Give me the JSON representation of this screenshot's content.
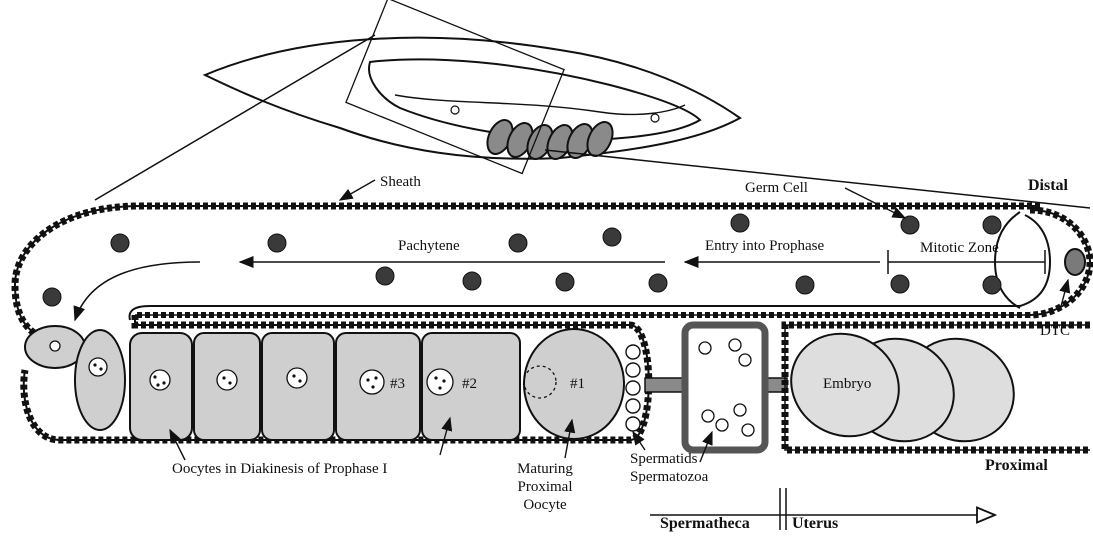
{
  "labels": {
    "sheath": "Sheath",
    "germ_cell": "Germ Cell",
    "distal": "Distal",
    "pachytene": "Pachytene",
    "entry_into_prophase": "Entry into Prophase",
    "mitotic_zone": "Mitotic Zone",
    "dtc": "DTC",
    "embryo": "Embryo",
    "oocyte_3": "#3",
    "oocyte_2": "#2",
    "oocyte_1": "#1",
    "oocytes_diakinesis": "Oocytes in Diakinesis of Prophase I",
    "maturing_line1": "Maturing",
    "maturing_line2": "Proximal",
    "maturing_line3": "Oocyte",
    "spermatids": "Spermatids",
    "spermatozoa": "Spermatozoa",
    "proximal": "Proximal",
    "spermatheca": "Spermatheca",
    "uterus": "Uterus"
  },
  "colors": {
    "cell_fill": "#cfcfcf",
    "germ_cell": "#3a3a3a",
    "line": "#111111",
    "background": "#ffffff"
  }
}
